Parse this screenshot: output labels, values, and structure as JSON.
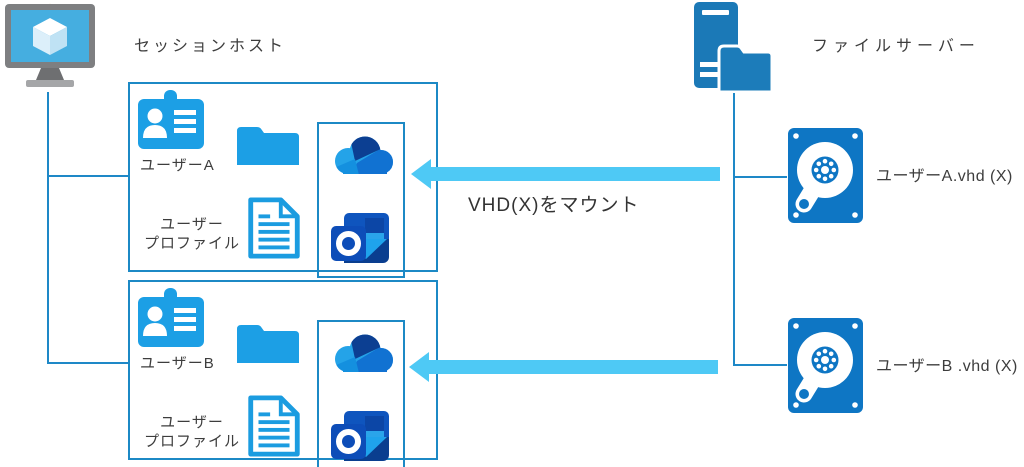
{
  "diagram": {
    "session_host": {
      "label": "セッションホスト",
      "host_icon": "azure-vm-monitor-icon",
      "users": [
        {
          "name": "ユーザーA",
          "profile_label": [
            "ユーザー",
            "プロファイル"
          ],
          "icons": [
            "id-badge-icon",
            "folder-icon",
            "document-icon",
            "onedrive-icon",
            "outlook-icon"
          ]
        },
        {
          "name": "ユーザーB",
          "profile_label": [
            "ユーザー",
            "プロファイル"
          ],
          "icons": [
            "id-badge-icon",
            "folder-icon",
            "document-icon",
            "onedrive-icon",
            "outlook-icon"
          ]
        }
      ]
    },
    "file_server": {
      "label": "ファイルサーバー",
      "icon": "server-with-folder-icon",
      "disks": [
        "ユーザーA.vhd (X)",
        "ユーザーB .vhd (X)"
      ],
      "disk_icon": "hard-disk-icon"
    },
    "mount_label": "VHD(X)をマウント",
    "colors": {
      "icon_blue": "#1C9FE5",
      "server_blue": "#1B79B7",
      "disk_blue": "#0E76C4",
      "arrow_cyan": "#4EC9F5",
      "connector_blue": "#1E88C7",
      "box_border_blue": "#1C89C5",
      "monitor_screen_blue": "#45AEE0",
      "onedrive_dark_blue": "#0C3F92",
      "outlook_navy": "#0A3E8F",
      "text_gray": "#3A3A3A"
    }
  }
}
